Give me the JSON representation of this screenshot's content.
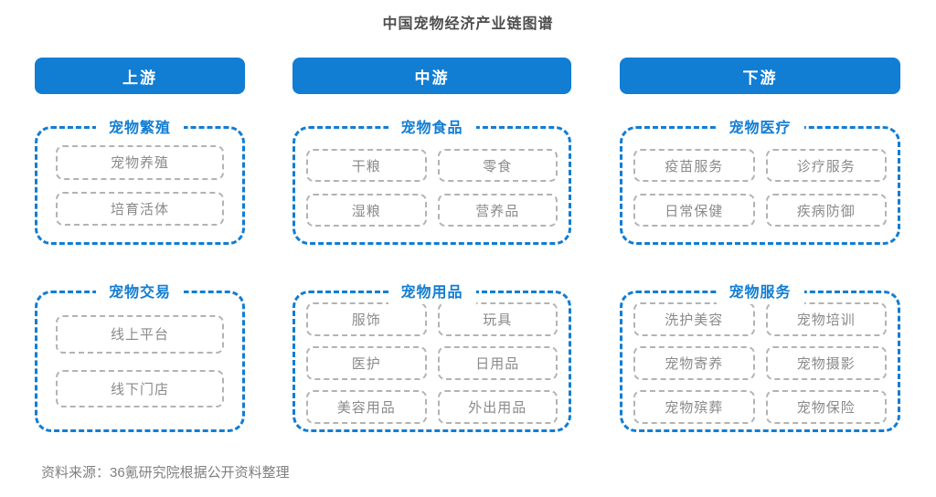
{
  "page": {
    "title": "中国宠物经济产业链图谱",
    "source_note": "资料来源：36氪研究院根据公开资料整理"
  },
  "colors": {
    "primary_blue": "#117dd3",
    "inner_border_gray": "#b3b3b3",
    "inner_text_gray": "#8a8a8a"
  },
  "columns": [
    {
      "header": "上游",
      "groups": [
        {
          "title": "宠物繁殖",
          "items": [
            "宠物养殖",
            "培育活体"
          ]
        },
        {
          "title": "宠物交易",
          "items": [
            "线上平台",
            "线下门店"
          ]
        }
      ]
    },
    {
      "header": "中游",
      "groups": [
        {
          "title": "宠物食品",
          "items": [
            "干粮",
            "零食",
            "湿粮",
            "营养品"
          ]
        },
        {
          "title": "宠物用品",
          "items": [
            "服饰",
            "玩具",
            "医护",
            "日用品",
            "美容用品",
            "外出用品"
          ]
        }
      ]
    },
    {
      "header": "下游",
      "groups": [
        {
          "title": "宠物医疗",
          "items": [
            "疫苗服务",
            "诊疗服务",
            "日常保健",
            "疾病防御"
          ]
        },
        {
          "title": "宠物服务",
          "items": [
            "洗护美容",
            "宠物培训",
            "宠物寄养",
            "宠物摄影",
            "宠物殡葬",
            "宠物保险"
          ]
        }
      ]
    }
  ]
}
